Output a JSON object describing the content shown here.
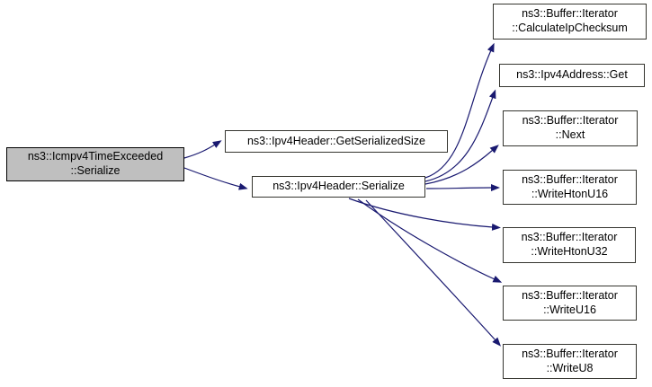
{
  "diagram": {
    "type": "call-graph",
    "edge_color": "#191970",
    "highlight_fill": "#bfbfbf",
    "nodes": [
      {
        "id": "icmpv4-time-exceeded-serialize",
        "label": "ns3::Icmpv4TimeExceeded\n::Serialize",
        "highlighted": true
      },
      {
        "id": "ipv4header-getserializedsize",
        "label": "ns3::Ipv4Header::GetSerializedSize",
        "highlighted": false
      },
      {
        "id": "ipv4header-serialize",
        "label": "ns3::Ipv4Header::Serialize",
        "highlighted": false
      },
      {
        "id": "buffer-iterator-calculateipchecksum",
        "label": "ns3::Buffer::Iterator\n::CalculateIpChecksum",
        "highlighted": false
      },
      {
        "id": "ipv4address-get",
        "label": "ns3::Ipv4Address::Get",
        "highlighted": false
      },
      {
        "id": "buffer-iterator-next",
        "label": "ns3::Buffer::Iterator\n::Next",
        "highlighted": false
      },
      {
        "id": "buffer-iterator-writehtonu16",
        "label": "ns3::Buffer::Iterator\n::WriteHtonU16",
        "highlighted": false
      },
      {
        "id": "buffer-iterator-writehtonu32",
        "label": "ns3::Buffer::Iterator\n::WriteHtonU32",
        "highlighted": false
      },
      {
        "id": "buffer-iterator-writeu16",
        "label": "ns3::Buffer::Iterator\n::WriteU16",
        "highlighted": false
      },
      {
        "id": "buffer-iterator-writeu8",
        "label": "ns3::Buffer::Iterator\n::WriteU8",
        "highlighted": false
      }
    ],
    "edges": [
      {
        "from": "ns3::Icmpv4TimeExceeded::Serialize",
        "to": "ns3::Ipv4Header::GetSerializedSize"
      },
      {
        "from": "ns3::Icmpv4TimeExceeded::Serialize",
        "to": "ns3::Ipv4Header::Serialize"
      },
      {
        "from": "ns3::Ipv4Header::Serialize",
        "to": "ns3::Buffer::Iterator::CalculateIpChecksum"
      },
      {
        "from": "ns3::Ipv4Header::Serialize",
        "to": "ns3::Ipv4Address::Get"
      },
      {
        "from": "ns3::Ipv4Header::Serialize",
        "to": "ns3::Buffer::Iterator::Next"
      },
      {
        "from": "ns3::Ipv4Header::Serialize",
        "to": "ns3::Buffer::Iterator::WriteHtonU16"
      },
      {
        "from": "ns3::Ipv4Header::Serialize",
        "to": "ns3::Buffer::Iterator::WriteHtonU32"
      },
      {
        "from": "ns3::Ipv4Header::Serialize",
        "to": "ns3::Buffer::Iterator::WriteU16"
      },
      {
        "from": "ns3::Ipv4Header::Serialize",
        "to": "ns3::Buffer::Iterator::WriteU8"
      }
    ]
  }
}
